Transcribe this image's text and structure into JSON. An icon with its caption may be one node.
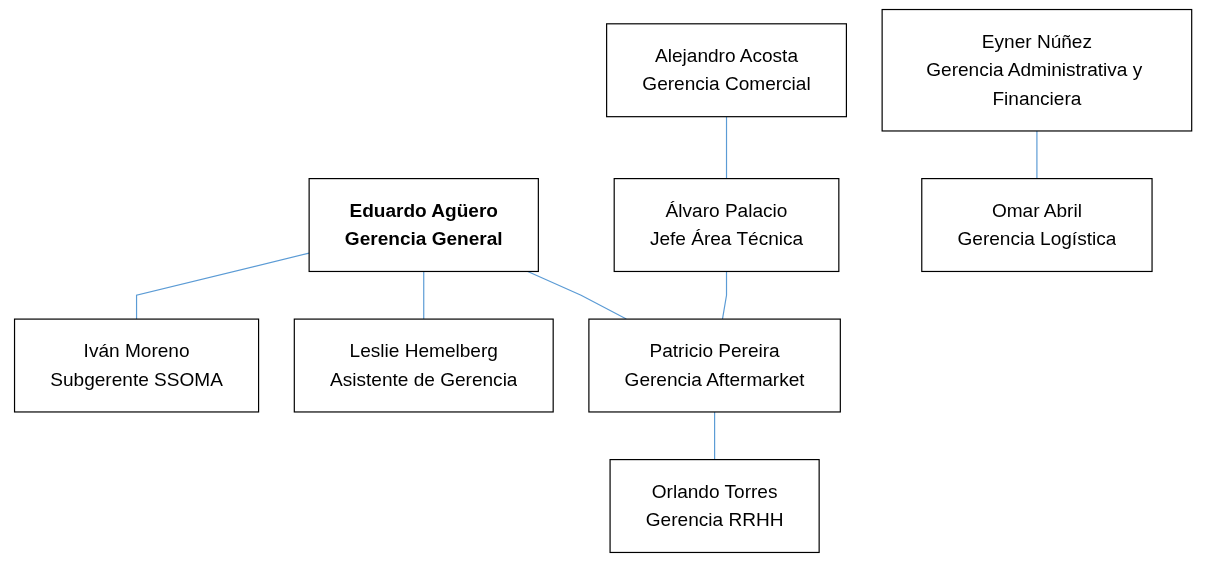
{
  "diagram": {
    "nodes": [
      {
        "text": [
          "Eduardo Agüero",
          "Gerencia General"
        ]
      },
      {
        "text": [
          "Iván Moreno",
          "Subgerente SSOMA"
        ]
      },
      {
        "text": [
          "Leslie Hemelberg",
          "Asistente de Gerencia"
        ]
      },
      {
        "text": [
          "Alejandro Acosta",
          "Gerencia Comercial"
        ]
      },
      {
        "text": [
          "Álvaro Palacio",
          "Jefe Área Técnica"
        ]
      },
      {
        "text": [
          "Patricio Pereira",
          "Gerencia Aftermarket"
        ]
      },
      {
        "text": [
          "Orlando Torres",
          "Gerencia RRHH"
        ]
      },
      {
        "text": [
          "Eyner Núñez",
          "Gerencia Administrativa y Financiera"
        ]
      },
      {
        "text": [
          "Omar Abril",
          "Gerencia Logística"
        ]
      }
    ],
    "edges": [
      {
        "from": 0,
        "to": 1,
        "arrow": "none"
      },
      {
        "from": 0,
        "to": 2,
        "arrow": "none"
      },
      {
        "from": 0,
        "to": 5,
        "arrow": "none"
      },
      {
        "from": 3,
        "to": 4,
        "arrow": "none"
      },
      {
        "from": 4,
        "to": 5,
        "arrow": "none"
      },
      {
        "from": 5,
        "to": 6,
        "arrow": "none"
      },
      {
        "from": 7,
        "to": 8,
        "arrow": "none"
      }
    ]
  }
}
